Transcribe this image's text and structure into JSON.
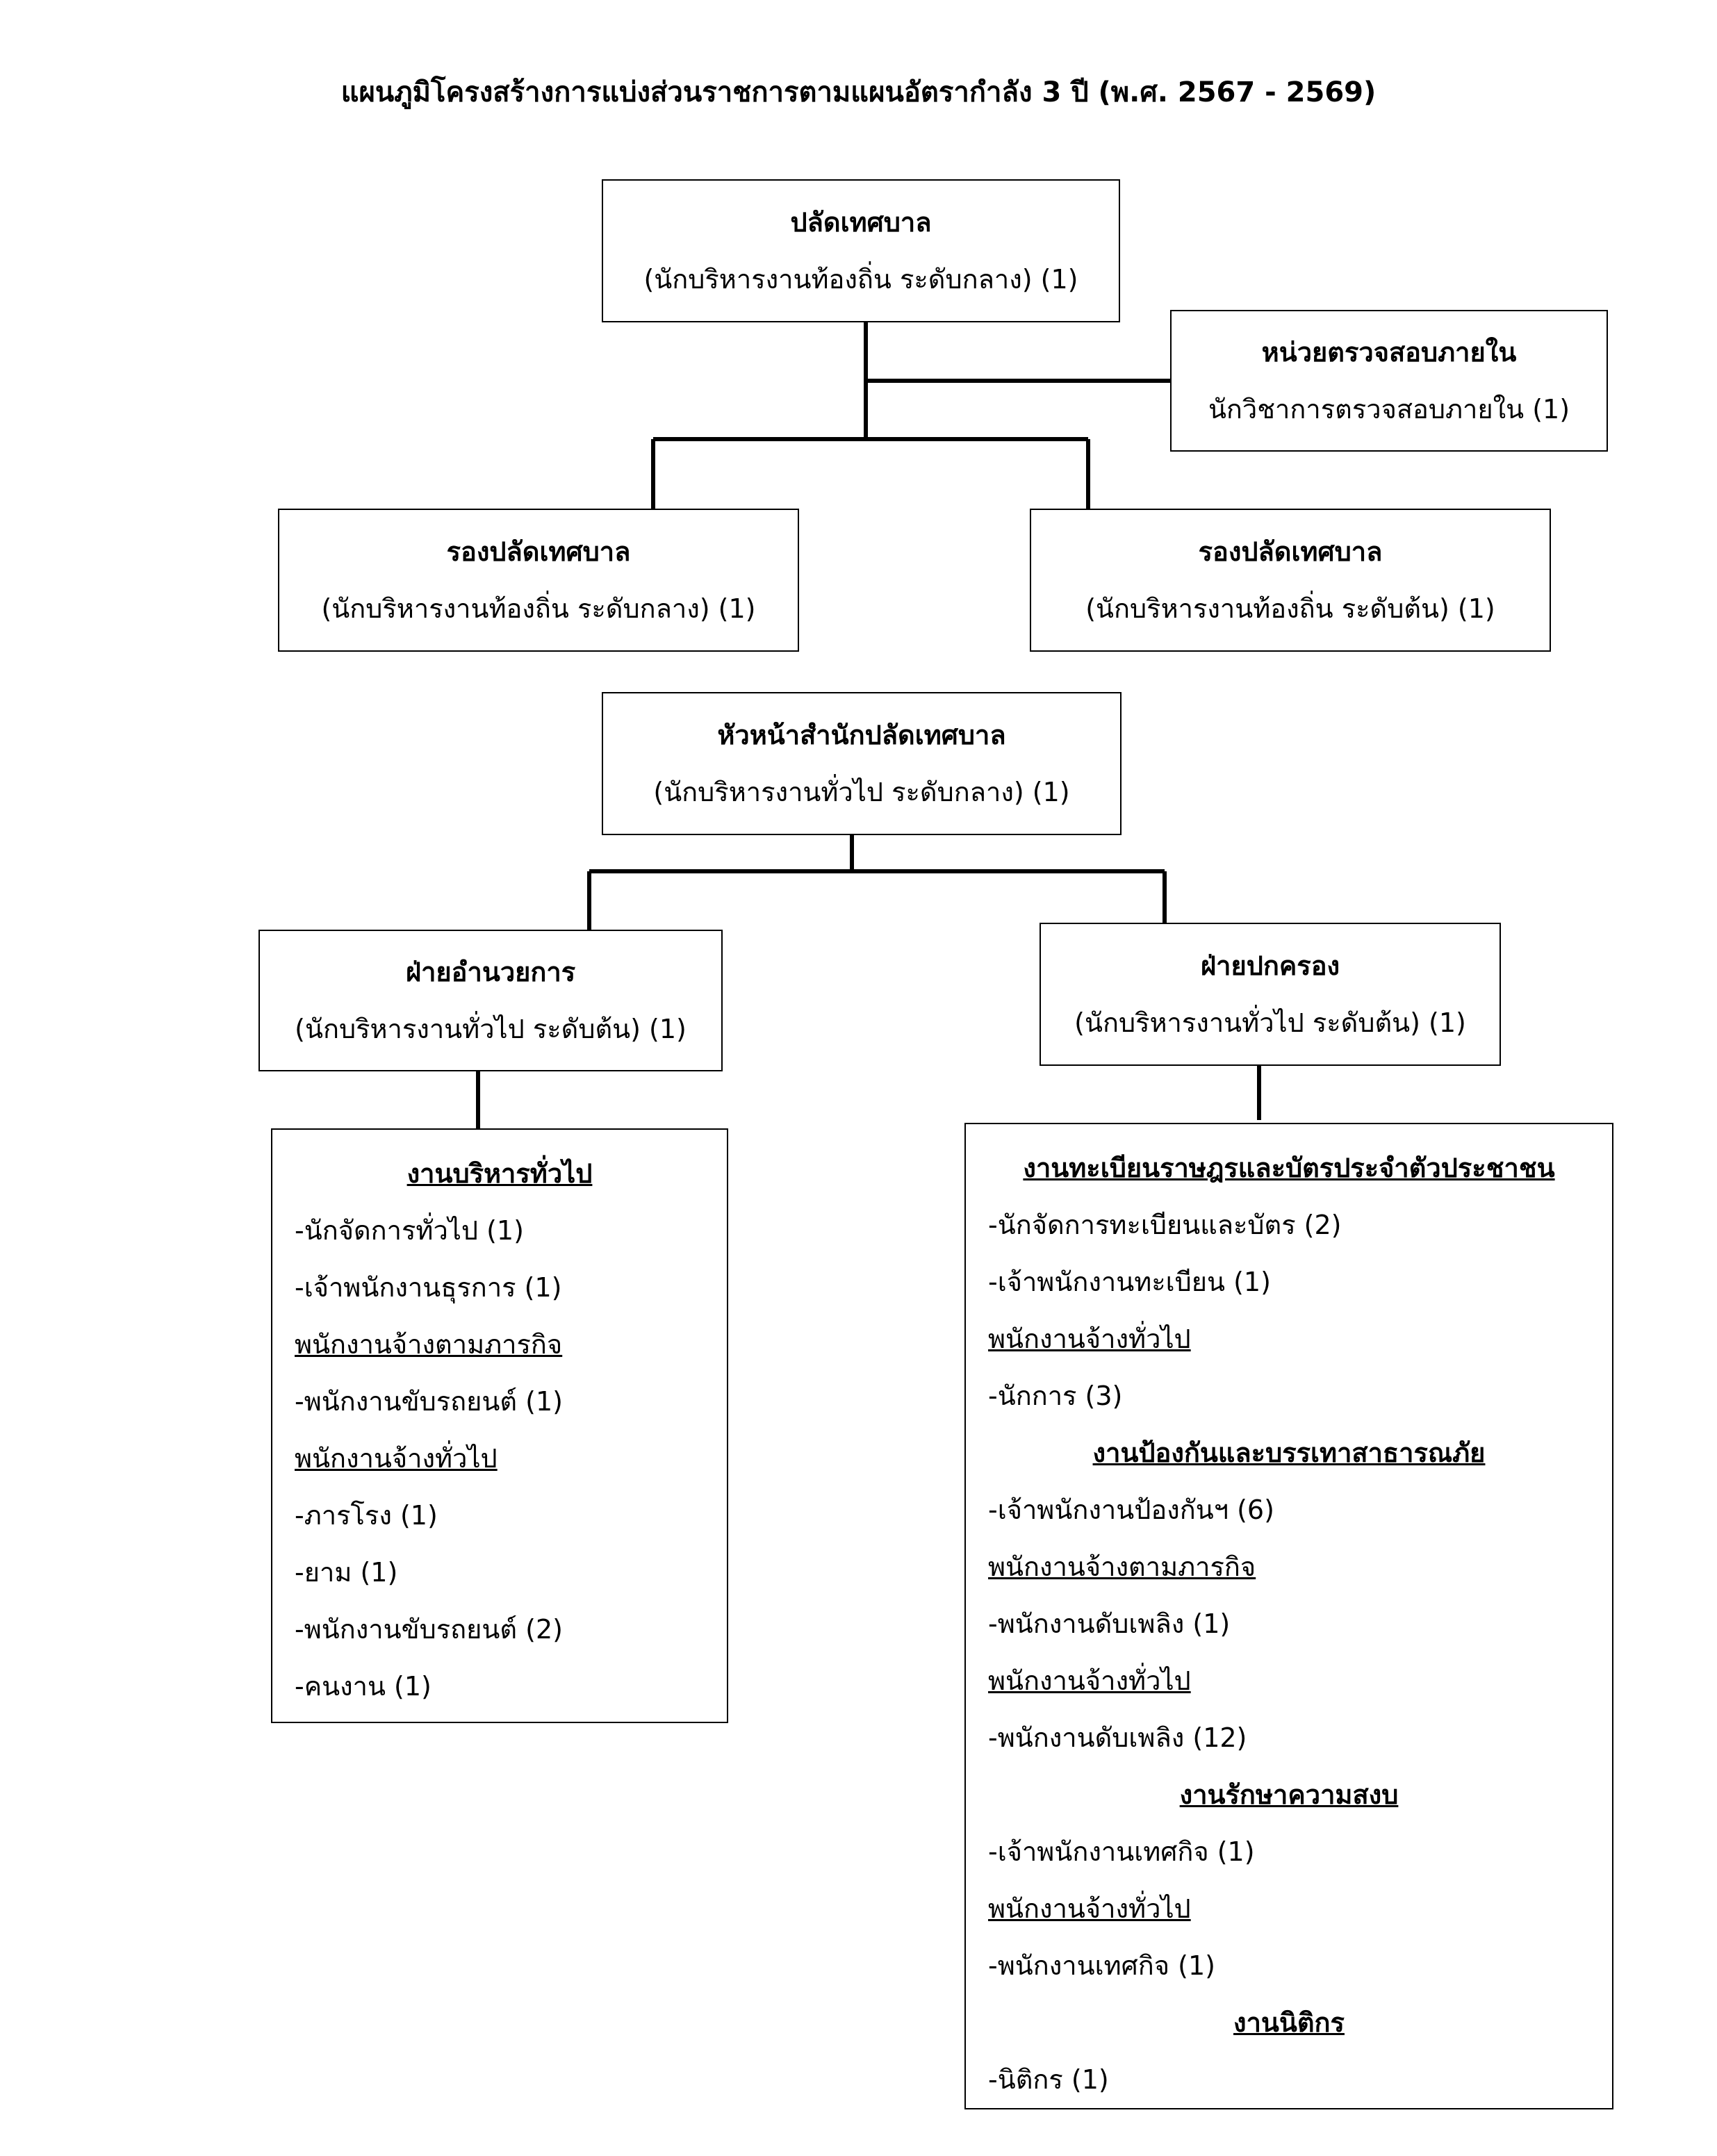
{
  "title": "แผนภูมิโครงสร้างการแบ่งส่วนราชการตามแผนอัตรากำลัง 3 ปี (พ.ศ. 2567 - 2569)",
  "nodes": {
    "palad": {
      "name": "ปลัดเทศบาล",
      "position": "(นักบริหารงานท้องถิ่น ระดับกลาง) (1)"
    },
    "audit": {
      "name": "หน่วยตรวจสอบภายใน",
      "position": "นักวิชาการตรวจสอบภายใน (1)"
    },
    "deputy_left": {
      "name": "รองปลัดเทศบาล",
      "position": "(นักบริหารงานท้องถิ่น ระดับกลาง) (1)"
    },
    "deputy_right": {
      "name": "รองปลัดเทศบาล",
      "position": "(นักบริหารงานท้องถิ่น ระดับต้น) (1)"
    },
    "office_head": {
      "name": "หัวหน้าสำนักปลัดเทศบาล",
      "position": "(นักบริหารงานทั่วไป ระดับกลาง) (1)"
    },
    "admin_div": {
      "name": "ฝ่ายอำนวยการ",
      "position": "(นักบริหารงานทั่วไป ระดับต้น) (1)"
    },
    "gov_div": {
      "name": "ฝ่ายปกครอง",
      "position": "(นักบริหารงานทั่วไป ระดับต้น) (1)"
    }
  },
  "admin_list": [
    {
      "text": "งานบริหารทั่วไป",
      "kind": "head"
    },
    {
      "text": "-นักจัดการทั่วไป (1)",
      "kind": "item"
    },
    {
      "text": "-เจ้าพนักงานธุรการ (1)",
      "kind": "item"
    },
    {
      "text": "พนักงานจ้างตามภารกิจ",
      "kind": "sub"
    },
    {
      "text": "-พนักงานขับรถยนต์ (1)",
      "kind": "item"
    },
    {
      "text": "พนักงานจ้างทั่วไป",
      "kind": "sub"
    },
    {
      "text": "-ภารโรง (1)",
      "kind": "item"
    },
    {
      "text": "-ยาม (1)",
      "kind": "item"
    },
    {
      "text": "-พนักงานขับรถยนต์ (2)",
      "kind": "item"
    },
    {
      "text": "-คนงาน (1)",
      "kind": "item"
    }
  ],
  "gov_list": [
    {
      "text": "งานทะเบียนราษฎรและบัตรประจำตัวประชาชน",
      "kind": "head"
    },
    {
      "text": "-นักจัดการทะเบียนและบัตร (2)",
      "kind": "item"
    },
    {
      "text": "-เจ้าพนักงานทะเบียน (1)",
      "kind": "item"
    },
    {
      "text": "พนักงานจ้างทั่วไป",
      "kind": "sub"
    },
    {
      "text": "-นักการ (3)",
      "kind": "item"
    },
    {
      "text": "งานป้องกันและบรรเทาสาธารณภัย",
      "kind": "head"
    },
    {
      "text": "-เจ้าพนักงานป้องกันฯ (6)",
      "kind": "item"
    },
    {
      "text": "พนักงานจ้างตามภารกิจ",
      "kind": "sub"
    },
    {
      "text": "-พนักงานดับเพลิง (1)",
      "kind": "item"
    },
    {
      "text": "พนักงานจ้างทั่วไป",
      "kind": "sub"
    },
    {
      "text": "-พนักงานดับเพลิง (12)",
      "kind": "item"
    },
    {
      "text": "งานรักษาความสงบ",
      "kind": "head"
    },
    {
      "text": "-เจ้าพนักงานเทศกิจ (1)",
      "kind": "item"
    },
    {
      "text": "พนักงานจ้างทั่วไป",
      "kind": "sub"
    },
    {
      "text": "-พนักงานเทศกิจ (1)",
      "kind": "item"
    },
    {
      "text": "งานนิติกร",
      "kind": "head"
    },
    {
      "text": "-นิติกร (1)",
      "kind": "item"
    }
  ]
}
